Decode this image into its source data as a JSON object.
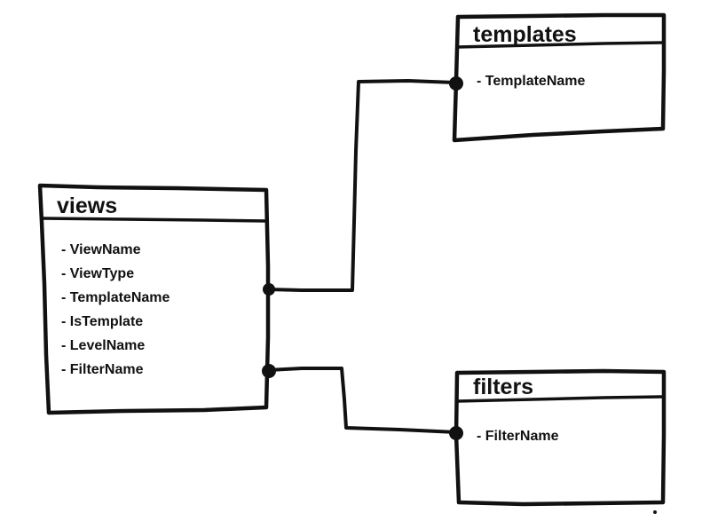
{
  "diagram": {
    "tables": {
      "views": {
        "title": "views",
        "fields": [
          "- ViewName",
          "- ViewType",
          "- TemplateName",
          "- IsTemplate",
          "- LevelName",
          "- FilterName"
        ]
      },
      "templates": {
        "title": "templates",
        "fields": [
          "- TemplateName"
        ]
      },
      "filters": {
        "title": "filters",
        "fields": [
          "- FilterName"
        ]
      }
    },
    "relations": [
      {
        "from": "views.TemplateName",
        "to": "templates.TemplateName"
      },
      {
        "from": "views.FilterName",
        "to": "filters.FilterName"
      }
    ],
    "colors": {
      "ink": "#111111",
      "paper": "#ffffff"
    }
  }
}
